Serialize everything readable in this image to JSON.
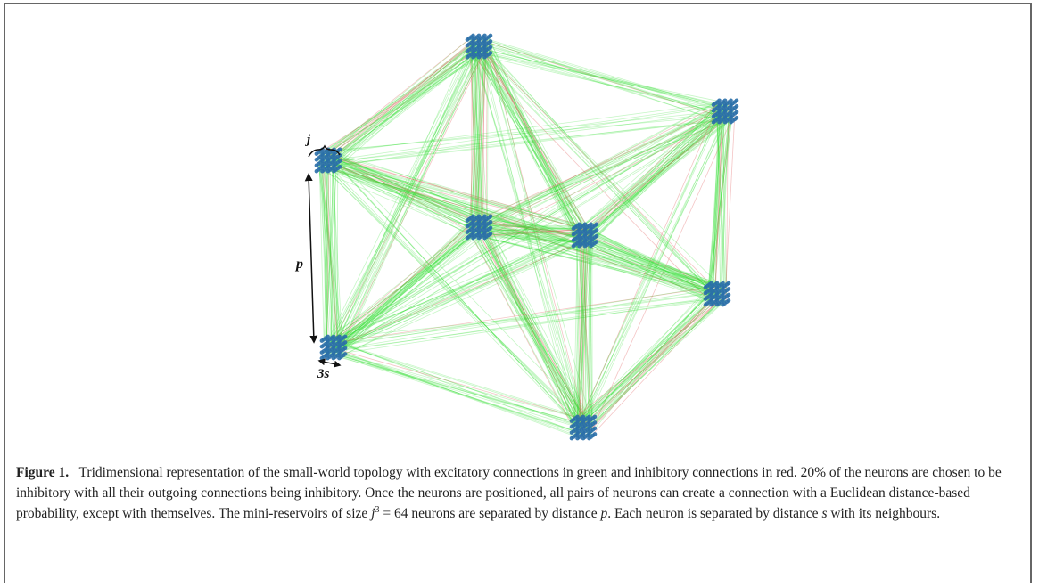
{
  "figure": {
    "label_j": "j",
    "label_p": "p",
    "label_3s": "3s"
  },
  "caption": {
    "label": "Figure 1.",
    "part1": "Tridimensional representation of the small-world topology with excitatory connections in green and inhibitory connections in red. 20% of the neurons are chosen to be inhibitory with all their outgoing connections being inhibitory. Once the neurons are positioned, all pairs of neurons can create a connection with a Euclidean distance-based probability, except with themselves. The mini-reservoirs of size ",
    "var_j": "j",
    "exp_3": "3",
    "part2": " = 64 neurons are separated by distance ",
    "var_p": "p",
    "part3": ". Each neuron is separated by distance ",
    "var_s": "s",
    "part4": " with its neighbours."
  },
  "colors": {
    "excitatory": "#33dd33",
    "inhibitory": "#e05555",
    "neuron": "#2a6fa8"
  }
}
